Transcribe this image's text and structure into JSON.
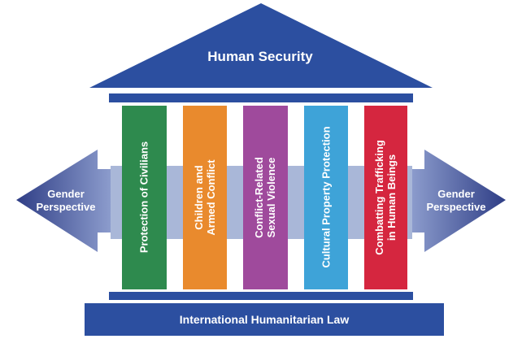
{
  "roof": {
    "title": "Human Security"
  },
  "base": {
    "title": "International Humanitarian Law"
  },
  "arrows": {
    "left": {
      "label": "Gender\nPerspective"
    },
    "right": {
      "label": "Gender\nPerspective"
    }
  },
  "pillars": [
    {
      "label": "Protection of Civilians",
      "color": "#2e8a4e"
    },
    {
      "label": "Children and\nArmed Conflict",
      "color": "#e98a2d"
    },
    {
      "label": "Conflict-Related\nSexual Violence",
      "color": "#9f4a9c"
    },
    {
      "label": "Cultural Property Protection",
      "color": "#3ea3d8"
    },
    {
      "label": "Combatting Trafficking\nin Human Beings",
      "color": "#d5263f"
    }
  ],
  "colors": {
    "roof": "#2c4fa0",
    "base": "#2c4fa0",
    "connector": "#a9b7d8",
    "arrow_light": "#8f9fcf",
    "arrow_dark": "#2f3e86"
  }
}
